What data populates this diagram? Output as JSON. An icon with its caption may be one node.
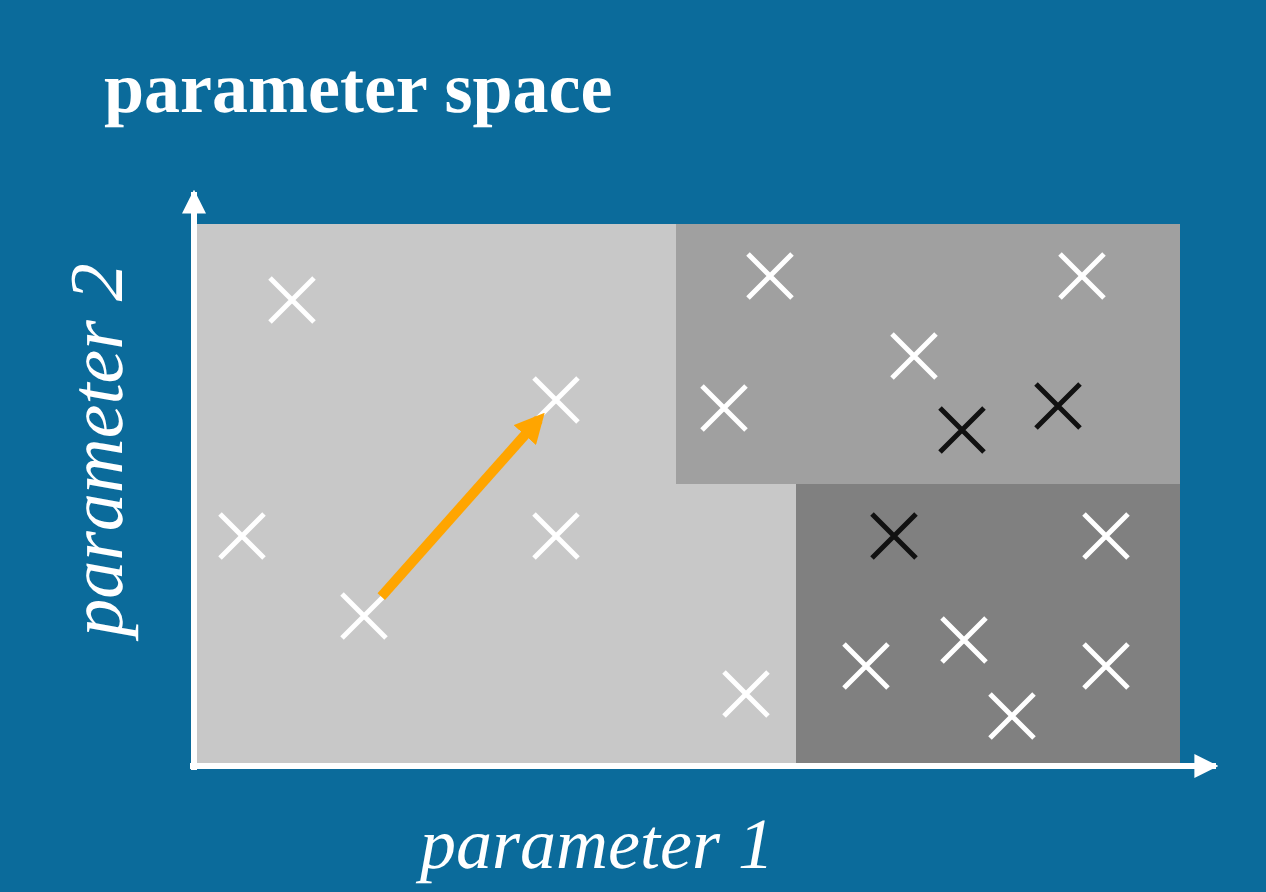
{
  "diagram": {
    "title": "parameter space",
    "nodes": [
      {
        "text": [],
        "shape": "cross"
      },
      {
        "text": [],
        "shape": "cross"
      }
    ],
    "edges": [
      {
        "from": 0,
        "to": 1,
        "arrow": "to"
      }
    ],
    "labels": [
      "parameter 2",
      "parameter 1"
    ]
  }
}
